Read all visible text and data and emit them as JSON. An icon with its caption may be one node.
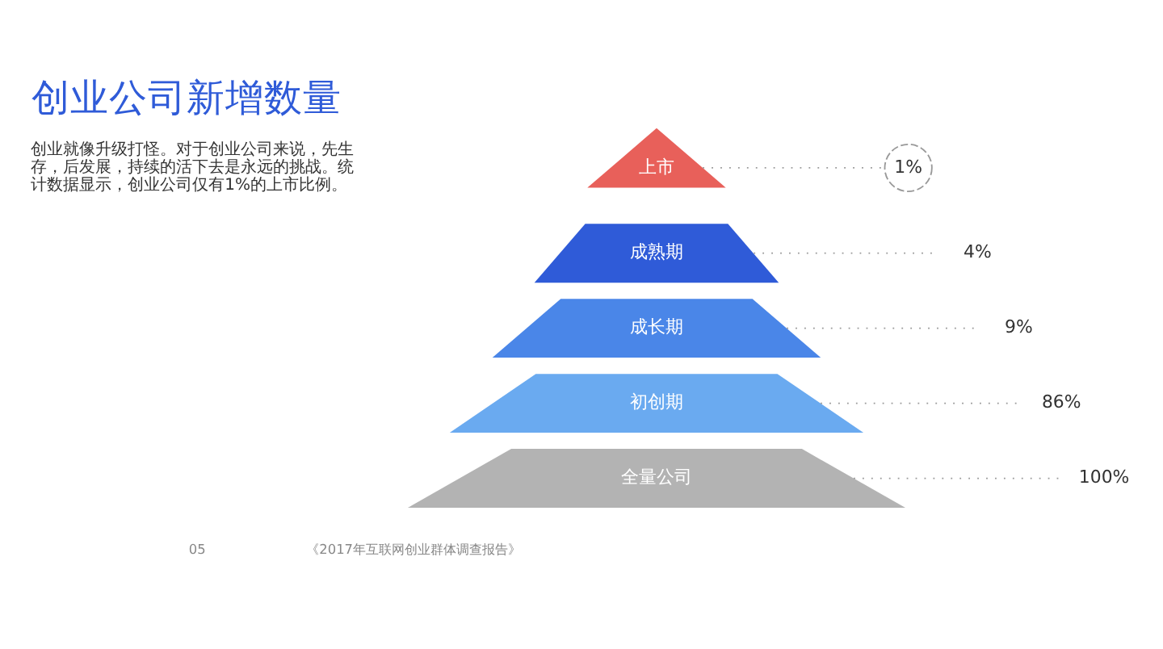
{
  "diagram": {
    "title": "创业公司新增数量",
    "nodes": [
      {
        "text": [
          "上市"
        ]
      },
      {
        "text": [
          "成熟期"
        ]
      },
      {
        "text": [
          "成长期"
        ]
      },
      {
        "text": [
          "初创期"
        ]
      },
      {
        "text": [
          "全量公司"
        ]
      },
      {
        "text": [
          "1%"
        ]
      },
      {
        "text": [
          "4%"
        ]
      },
      {
        "text": [
          "9%"
        ]
      },
      {
        "text": [
          "86%"
        ]
      },
      {
        "text": [
          "100%"
        ]
      }
    ],
    "edges": [
      {
        "from": 0,
        "to": 5,
        "arrow": "none"
      },
      {
        "from": 1,
        "to": 6,
        "arrow": "none"
      },
      {
        "from": 2,
        "to": 7,
        "arrow": "none"
      },
      {
        "from": 3,
        "to": 8,
        "arrow": "none"
      },
      {
        "from": 4,
        "to": 9,
        "arrow": "none"
      }
    ],
    "labels": [
      "创业就像升级打怪。对于创业公司来说，先生存，后发展，持续的活下去是永远的挑战。统计数据显示，创业公司仅有1%的上市比例。",
      "05",
      "《2017年互联网创业群体调查报告》"
    ]
  }
}
